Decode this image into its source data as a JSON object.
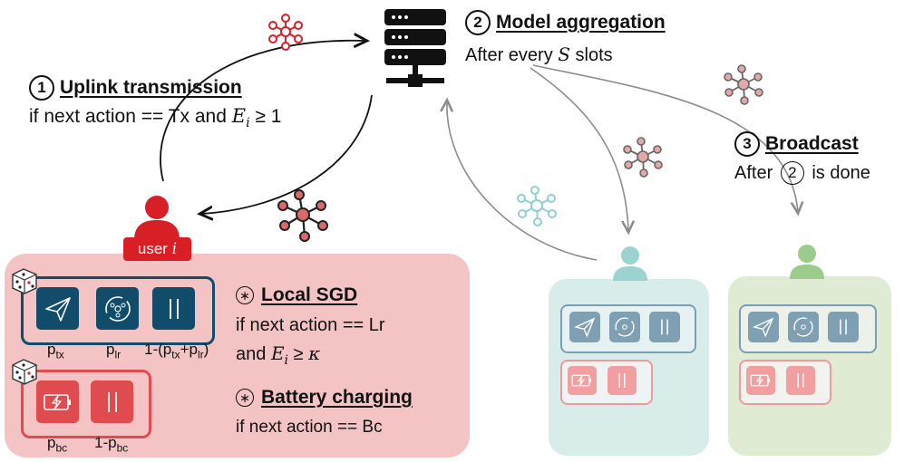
{
  "steps": {
    "uplink": {
      "number": "1",
      "title": "Uplink transmission",
      "condition_prefix": "if next action == Tx and ",
      "var": "E",
      "var_sub": "i",
      "condition_suffix": " ≥ 1"
    },
    "aggregation": {
      "number": "2",
      "title": "Model aggregation",
      "desc_prefix": "After every ",
      "var": "S",
      "desc_suffix": " slots"
    },
    "broadcast": {
      "number": "3",
      "title": "Broadcast",
      "desc_prefix": "After ",
      "ref": "2",
      "desc_suffix": " is done"
    }
  },
  "user": {
    "label_text": "user ",
    "label_var": "i"
  },
  "local_sgd": {
    "marker": "∗",
    "title": "Local SGD",
    "line1": "if next action == Lr",
    "line2_prefix": "and ",
    "line2_var": "E",
    "line2_sub": "i",
    "line2_mid": " ≥ ",
    "line2_kappa": "κ"
  },
  "battery": {
    "marker": "∗",
    "title": "Battery charging",
    "line1": "if next action == Bc"
  },
  "probabilities": {
    "p_tx": {
      "base": "p",
      "sub": "tx"
    },
    "p_lr": {
      "base": "p",
      "sub": "lr"
    },
    "p_idle1": {
      "pre": "1-(p",
      "sub1": "tx",
      "mid": "+p",
      "sub2": "lr",
      "post": ")"
    },
    "p_bc": {
      "base": "p",
      "sub": "bc"
    },
    "p_idle2": {
      "pre": "1-p",
      "sub": "bc"
    }
  },
  "colors": {
    "red": "#d81f26",
    "pink_bg": "#f4c4c4",
    "navy": "#114d6b",
    "tile_red": "#e04b4f",
    "teal_bg": "#d8ecea",
    "green_bg": "#dfebd3",
    "teal_user": "#9cd3d1",
    "green_user": "#9bcc8c",
    "gray_arrow": "#8c8c8c"
  },
  "icons": [
    "server-icon",
    "model-network-icon",
    "user-icon",
    "dice-icon",
    "paper-plane-icon",
    "sgd-cycle-icon",
    "idle-pause-icon",
    "battery-charging-icon"
  ]
}
